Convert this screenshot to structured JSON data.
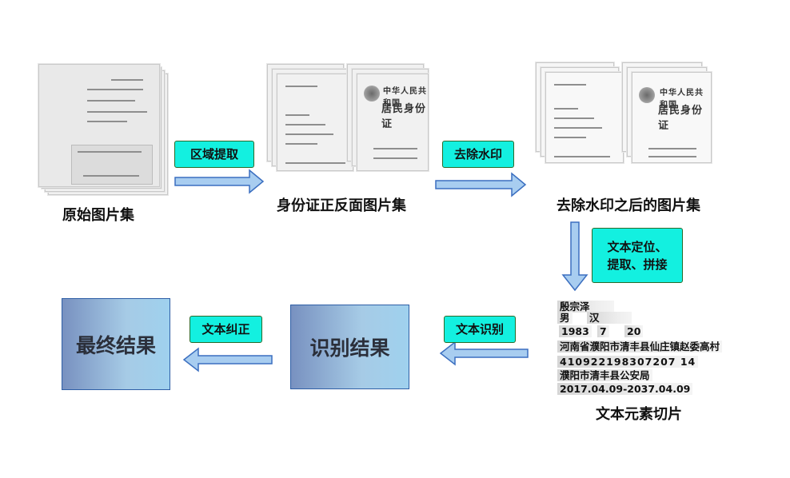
{
  "labels": {
    "raw_images": "原始图片集",
    "id_front_back": "身份证正反面图片集",
    "dewatermarked": "去除水印之后的图片集",
    "text_slices": "文本元素切片",
    "recognition_result": "识别结果",
    "final_result": "最终结果"
  },
  "steps": {
    "region_extract": "区域提取",
    "remove_watermark": "去除水印",
    "text_locate_line1": "文本定位、",
    "text_locate_line2": "提取、拼接",
    "text_recognition": "文本识别",
    "text_correction": "文本纠正"
  },
  "card_text": {
    "country": "中华人民共和国",
    "card_title": "居民身份证"
  },
  "slices": {
    "name": "殷宗泽",
    "sex": "男",
    "ethnicity": "汉",
    "birth_year": "1983",
    "birth_month": "7",
    "birth_day": "20",
    "address": "河南省濮阳市清丰县仙庄镇赵委高村",
    "id_number": "410922198307207 14",
    "authority": "濮阳市清丰县公安局",
    "validity": "2017.04.09-2037.04.09"
  },
  "colors": {
    "arrow_fill": "#a8cdf0",
    "arrow_stroke": "#3b6fc0",
    "tag_fill": "#13f0e0",
    "box_border": "#2f5fa6"
  }
}
